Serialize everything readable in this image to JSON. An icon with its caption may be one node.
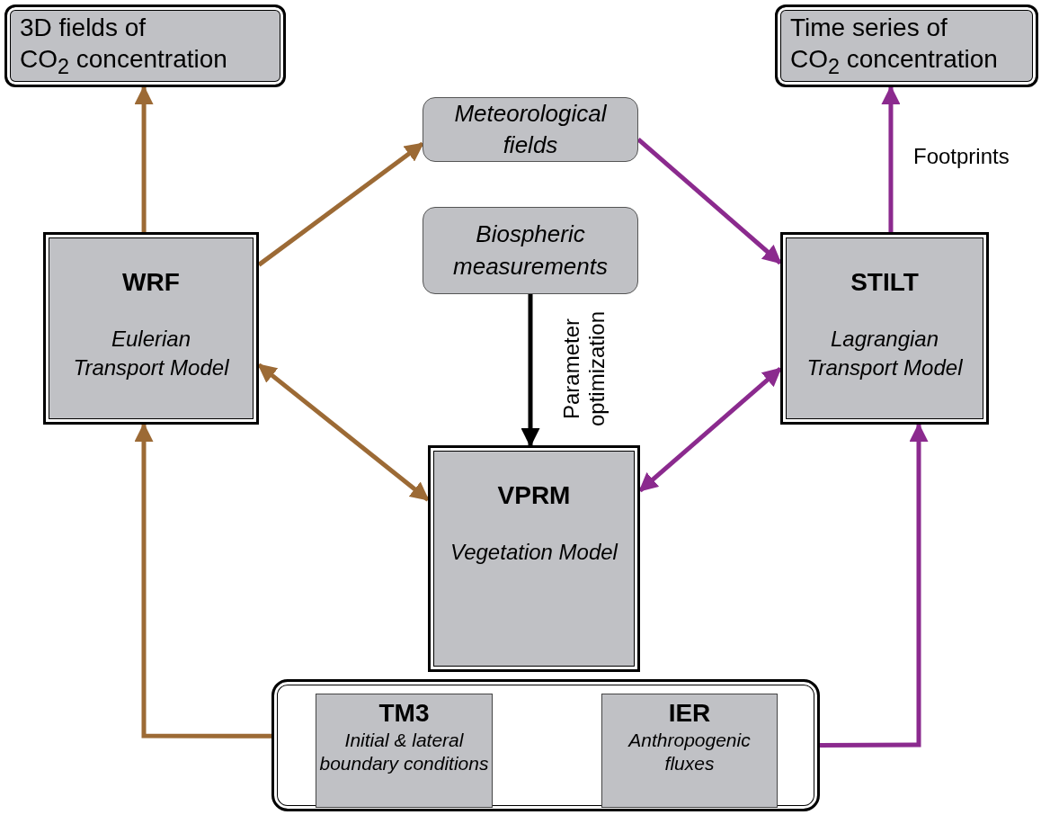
{
  "diagram": {
    "nodes": [
      {
        "text": [
          "3D fields of CO$_{2}$ concentration"
        ]
      },
      {
        "text": [
          "Time series of CO$_{2}$ concentration"
        ]
      },
      {
        "text": [
          "Meteorological fields"
        ]
      },
      {
        "text": [
          "Biospheric measurements"
        ]
      },
      {
        "text": [
          "WRF",
          "Eulerian Transport Model"
        ]
      },
      {
        "text": [
          "STILT",
          "Lagrangian Transport Model"
        ]
      },
      {
        "text": [
          "VPRM",
          "Vegetation Model"
        ]
      },
      {
        "text": [],
        "shape": "box"
      },
      {
        "text": [
          "TM3",
          "Initial & lateral boundary conditions"
        ],
        "in": 7
      },
      {
        "text": [
          "IER",
          "Anthropogenic fluxes"
        ],
        "in": 7
      }
    ],
    "edges": [
      {
        "from": 4,
        "to": 0,
        "arrow": "to",
        "color": "#9c6a35"
      },
      {
        "from": 4,
        "to": 2,
        "arrow": "to",
        "color": "#9c6a35"
      },
      {
        "from": 4,
        "to": 6,
        "arrow": "both",
        "color": "#9c6a35"
      },
      {
        "from": 7,
        "to": 4,
        "arrow": "to",
        "color": "#9c6a35"
      },
      {
        "from": 2,
        "to": 5,
        "arrow": "to",
        "color": "#8b2a8e"
      },
      {
        "from": 5,
        "to": 1,
        "arrow": "to",
        "label": "Footprints",
        "color": "#8b2a8e"
      },
      {
        "from": 5,
        "to": 6,
        "arrow": "both",
        "color": "#8b2a8e"
      },
      {
        "from": 7,
        "to": 5,
        "arrow": "to",
        "color": "#8b2a8e"
      },
      {
        "from": 3,
        "to": 6,
        "arrow": "to",
        "label": "Parameter optimization",
        "color": "#000000"
      }
    ]
  }
}
